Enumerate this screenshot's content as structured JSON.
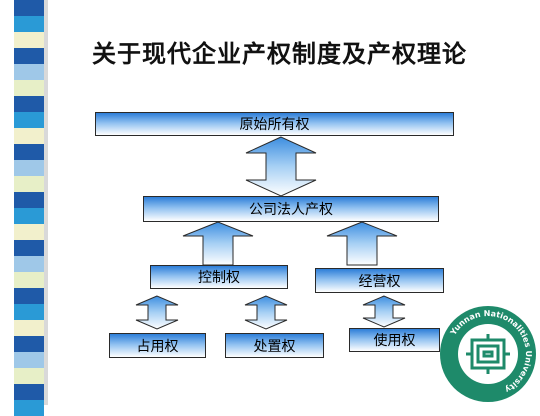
{
  "slide": {
    "title": "关于现代企业产权制度及产权理论",
    "nodes": {
      "ownership": "原始所有权",
      "corporate": "公司法人产权",
      "control": "控制权",
      "operation": "经营权",
      "possession": "占用权",
      "disposal": "处置权",
      "usage": "使用权"
    },
    "colors": {
      "box_top": "#2d7ed8",
      "box_bottom": "#ffffff",
      "arrow_top": "#2d7ed8",
      "logo_green": "#1e8a6a"
    },
    "stripes": [
      "#1f5aa8",
      "#2a9ad6",
      "#f2f0cc",
      "#1f5aa8",
      "#9fc8e8",
      "#e7efc7",
      "#1f5aa8",
      "#2a9ad6",
      "#f2f0cc",
      "#1f5aa8",
      "#9fc8e8",
      "#e7efc7",
      "#1f5aa8",
      "#2a9ad6",
      "#f2f0cc",
      "#1f5aa8",
      "#9fc8e8",
      "#e7efc7",
      "#1f5aa8",
      "#2a9ad6",
      "#f2f0cc",
      "#1f5aa8",
      "#9fc8e8",
      "#e7efc7",
      "#1f5aa8",
      "#2a9ad6"
    ],
    "logo": {
      "icon": "university-seal-icon",
      "ring_text": "Yunnan Nationalities University"
    }
  }
}
